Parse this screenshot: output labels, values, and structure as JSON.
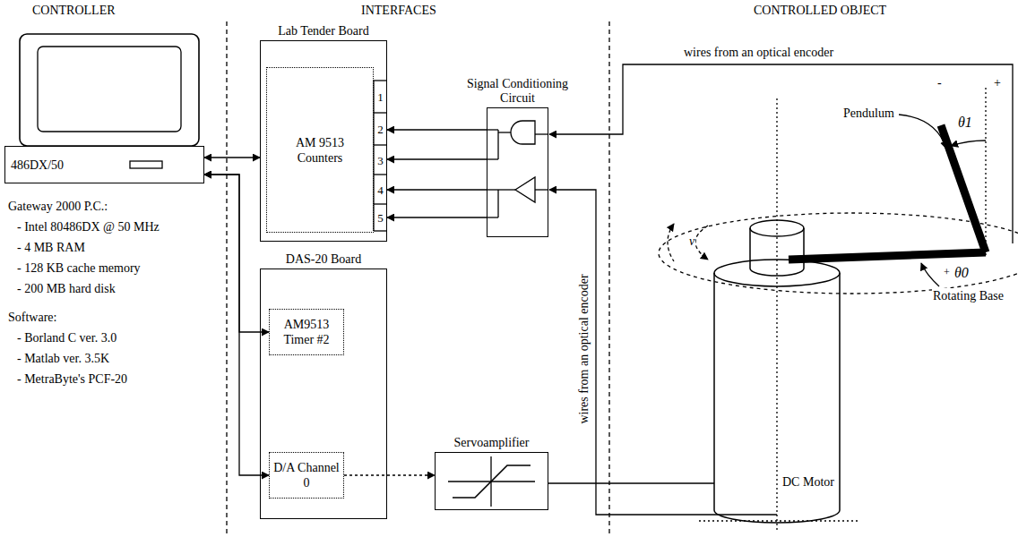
{
  "diagram": {
    "nodes": [
      {
        "text": [
          "486DX/50"
        ]
      },
      {
        "text": [
          "Lab Tender Board"
        ]
      },
      {
        "text": [
          "AM 9513 Counters"
        ],
        "in": 1
      },
      {
        "text": [
          "Signal Conditioning Circuit"
        ]
      },
      {
        "text": [
          "DAS-20 Board"
        ]
      },
      {
        "text": [
          "AM9513 Timer #2"
        ],
        "in": 4
      },
      {
        "text": [
          "D/A Channel 0"
        ],
        "in": 4
      },
      {
        "text": [
          "Servoamplifier"
        ]
      }
    ],
    "edges": [
      {
        "from": 0,
        "to": 1,
        "arrow": "both"
      },
      {
        "from": 0,
        "to": 5,
        "arrow": "both"
      },
      {
        "from": 0,
        "to": 6,
        "arrow": "both"
      },
      {
        "from": 3,
        "to": 1,
        "arrow": "to"
      },
      {
        "from": 3,
        "to": 1,
        "arrow": "to"
      },
      {
        "from": 3,
        "to": 1,
        "arrow": "to"
      },
      {
        "from": 3,
        "to": 1,
        "arrow": "to"
      },
      {
        "from": 6,
        "to": 7,
        "arrow": "to"
      }
    ],
    "labels": [
      "CONTROLLER",
      "INTERFACES",
      "CONTROLLED OBJECT",
      "Gateway 2000 P.C.:",
      "- Intel 80486DX @ 50 MHz",
      "- 4 MB RAM",
      "- 128 KB cache memory",
      "- 200 MB hard disk",
      "Software:",
      "- Borland C ver. 3.0",
      "- Matlab ver. 3.5K",
      "- MetraByte's PCF-20",
      "1",
      "2",
      "3",
      "4",
      "5",
      "wires from an optical encoder",
      "wires from an optical encoder",
      "Pendulum",
      "-",
      "+",
      "θ1",
      "+",
      "θ0",
      "v",
      "Rotating Base",
      "DC Motor"
    ]
  }
}
